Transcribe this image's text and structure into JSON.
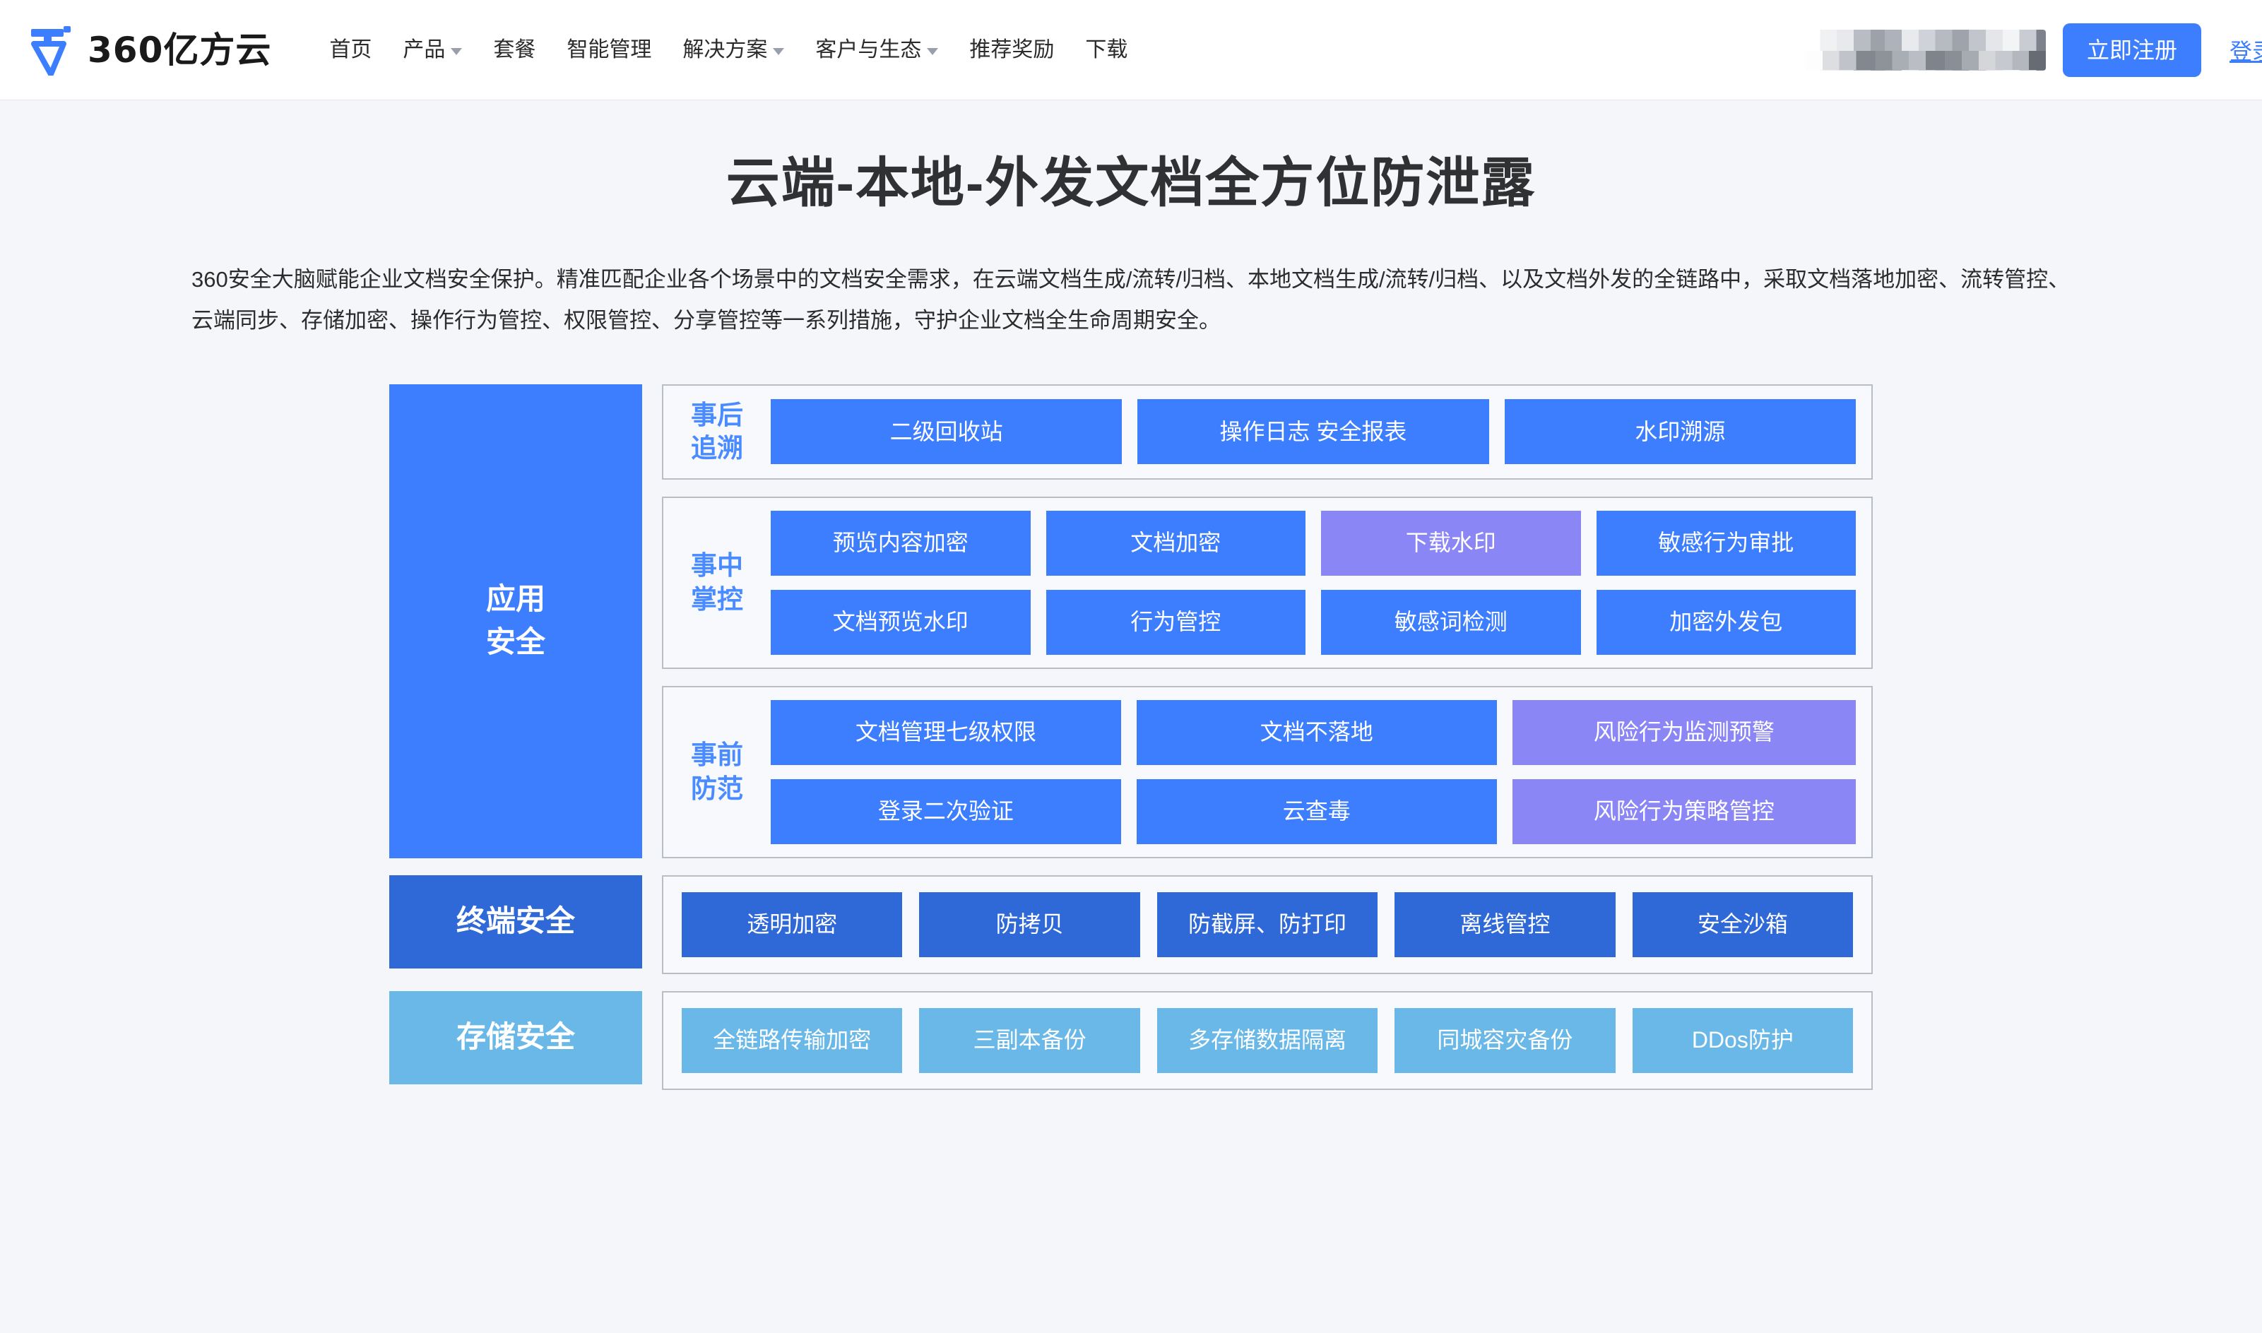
{
  "header": {
    "brand_name": "360亿方云",
    "logo_icon": "yifangyun-logo-icon",
    "nav": [
      {
        "label": "首页",
        "has_dropdown": false
      },
      {
        "label": "产品",
        "has_dropdown": true
      },
      {
        "label": "套餐",
        "has_dropdown": false
      },
      {
        "label": "智能管理",
        "has_dropdown": false
      },
      {
        "label": "解决方案",
        "has_dropdown": true
      },
      {
        "label": "客户与生态",
        "has_dropdown": true
      },
      {
        "label": "推荐奖励",
        "has_dropdown": false
      },
      {
        "label": "下载",
        "has_dropdown": false
      }
    ],
    "redacted_label": "",
    "register_label": "立即注册",
    "login_label": "登录",
    "accent_color": "#3d7eff"
  },
  "hero": {
    "title": "云端-本地-外发文档全方位防泄露",
    "description": "360安全大脑赋能企业文档安全保护。精准匹配企业各个场景中的文档安全需求，在云端文档生成/流转/归档、本地文档生成/流转/归档、以及文档外发的全链路中，采取文档落地加密、流转管控、云端同步、存储加密、操作行为管控、权限管控、分享管控等一系列措施，守护企业文档全生命周期安全。"
  },
  "diagram": {
    "colors": {
      "blue": "#3d7eff",
      "purple": "#8b86f5",
      "dark_blue": "#2f69d8",
      "light_blue": "#69b8e8",
      "panel_bg": "#f7f9fc",
      "panel_border": "#b9bdc4"
    },
    "application_security": {
      "category_label": "应用\n安全",
      "category_label_line1": "应用",
      "category_label_line2": "安全",
      "stages": [
        {
          "name": "事后\n追溯",
          "name_line1": "事后",
          "name_line2": "追溯",
          "rows": [
            [
              {
                "label": "二级回收站",
                "color": "blue"
              },
              {
                "label": "操作日志   安全报表",
                "color": "blue"
              },
              {
                "label": "水印溯源",
                "color": "blue"
              }
            ]
          ]
        },
        {
          "name": "事中\n掌控",
          "name_line1": "事中",
          "name_line2": "掌控",
          "rows": [
            [
              {
                "label": "预览内容加密",
                "color": "blue"
              },
              {
                "label": "文档加密",
                "color": "blue"
              },
              {
                "label": "下载水印",
                "color": "purple"
              },
              {
                "label": "敏感行为审批",
                "color": "blue"
              }
            ],
            [
              {
                "label": "文档预览水印",
                "color": "blue"
              },
              {
                "label": "行为管控",
                "color": "blue"
              },
              {
                "label": "敏感词检测",
                "color": "blue"
              },
              {
                "label": "加密外发包",
                "color": "blue"
              }
            ]
          ]
        },
        {
          "name": "事前\n防范",
          "name_line1": "事前",
          "name_line2": "防范",
          "rows": [
            [
              {
                "label": "文档管理七级权限",
                "color": "blue"
              },
              {
                "label": "文档不落地",
                "color": "blue"
              },
              {
                "label": "风险行为监测预警",
                "color": "purple"
              }
            ],
            [
              {
                "label": "登录二次验证",
                "color": "blue"
              },
              {
                "label": "云查毒",
                "color": "blue"
              },
              {
                "label": "风险行为策略管控",
                "color": "purple"
              }
            ]
          ]
        }
      ]
    },
    "endpoint_security": {
      "category_label": "终端安全",
      "tiles": [
        {
          "label": "透明加密",
          "color": "darkblue"
        },
        {
          "label": "防拷贝",
          "color": "darkblue"
        },
        {
          "label": "防截屏、防打印",
          "color": "darkblue"
        },
        {
          "label": "离线管控",
          "color": "darkblue"
        },
        {
          "label": "安全沙箱",
          "color": "darkblue"
        }
      ]
    },
    "storage_security": {
      "category_label": "存储安全",
      "tiles": [
        {
          "label": "全链路传输加密",
          "color": "lightblue"
        },
        {
          "label": "三副本备份",
          "color": "lightblue"
        },
        {
          "label": "多存储数据隔离",
          "color": "lightblue"
        },
        {
          "label": "同城容灾备份",
          "color": "lightblue"
        },
        {
          "label": "DDos防护",
          "color": "lightblue"
        }
      ]
    }
  }
}
